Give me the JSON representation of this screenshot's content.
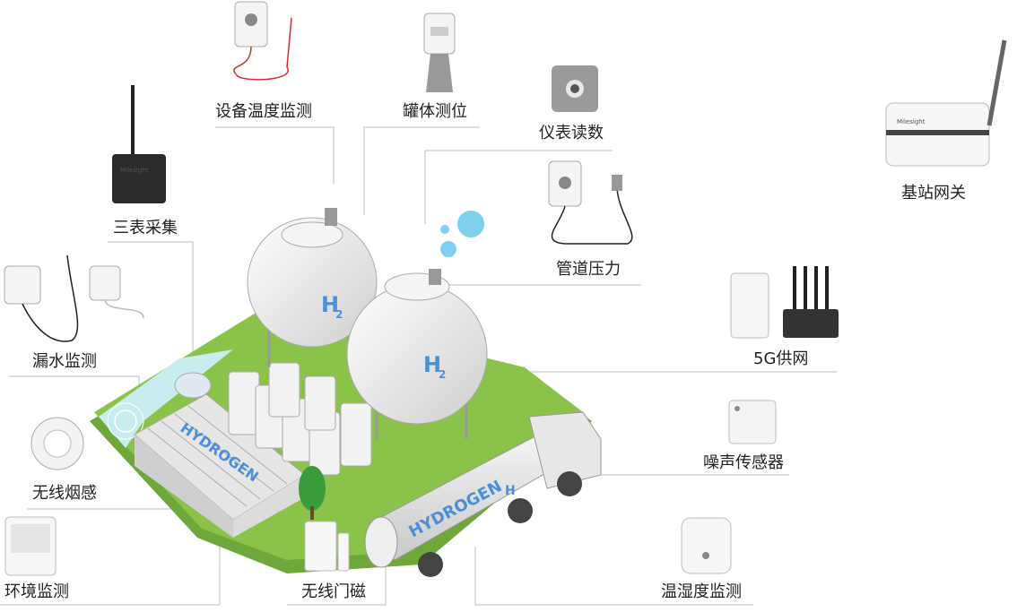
{
  "labels": {
    "equipment_temp": "设备温度监测",
    "tank_level": "罐体测位",
    "meter_reading": "仪表读数",
    "base_gateway": "基站网关",
    "three_meter": "三表采集",
    "pipe_pressure": "管道压力",
    "water_leak": "漏水监测",
    "fiveg": "5G供网",
    "smoke": "无线烟感",
    "noise": "噪声传感器",
    "environment": "环境监测",
    "door": "无线门磁",
    "temp_humidity": "温湿度监测"
  },
  "scene": {
    "h2_left": "H",
    "h2_right": "H",
    "h2_sub": "2",
    "building_text": "HYDROGEN",
    "truck_text": "HYDROGEN",
    "truck_h2": "H",
    "brand": "Milesight"
  },
  "colors": {
    "grass": "#8bc34a",
    "grass_dark": "#6fa83a",
    "water": "#c9ecef",
    "tank": "#eeeeee",
    "h2_blue": "#4a90d9",
    "bubble": "#7fd0f0",
    "line": "#bbbbbb"
  }
}
